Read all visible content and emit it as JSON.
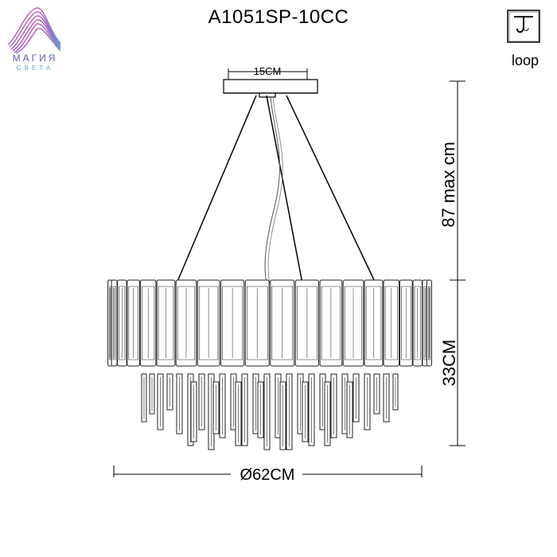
{
  "title": "A1051SP-10CC",
  "brand": {
    "name": "МАГИЯ",
    "tagline": "СВЕТА",
    "colors": [
      "#e8589a",
      "#9b5cc4",
      "#5a63b0",
      "#6aa0c8"
    ]
  },
  "mount": {
    "label": "loop",
    "icon": "hook-loop-icon"
  },
  "dimensions": {
    "canopy_width": "15CM",
    "max_drop": "87 max cm",
    "body_height": "33CM",
    "diameter": "Ø62CM"
  },
  "colors": {
    "line": "#000000",
    "crystal": "#222222"
  }
}
